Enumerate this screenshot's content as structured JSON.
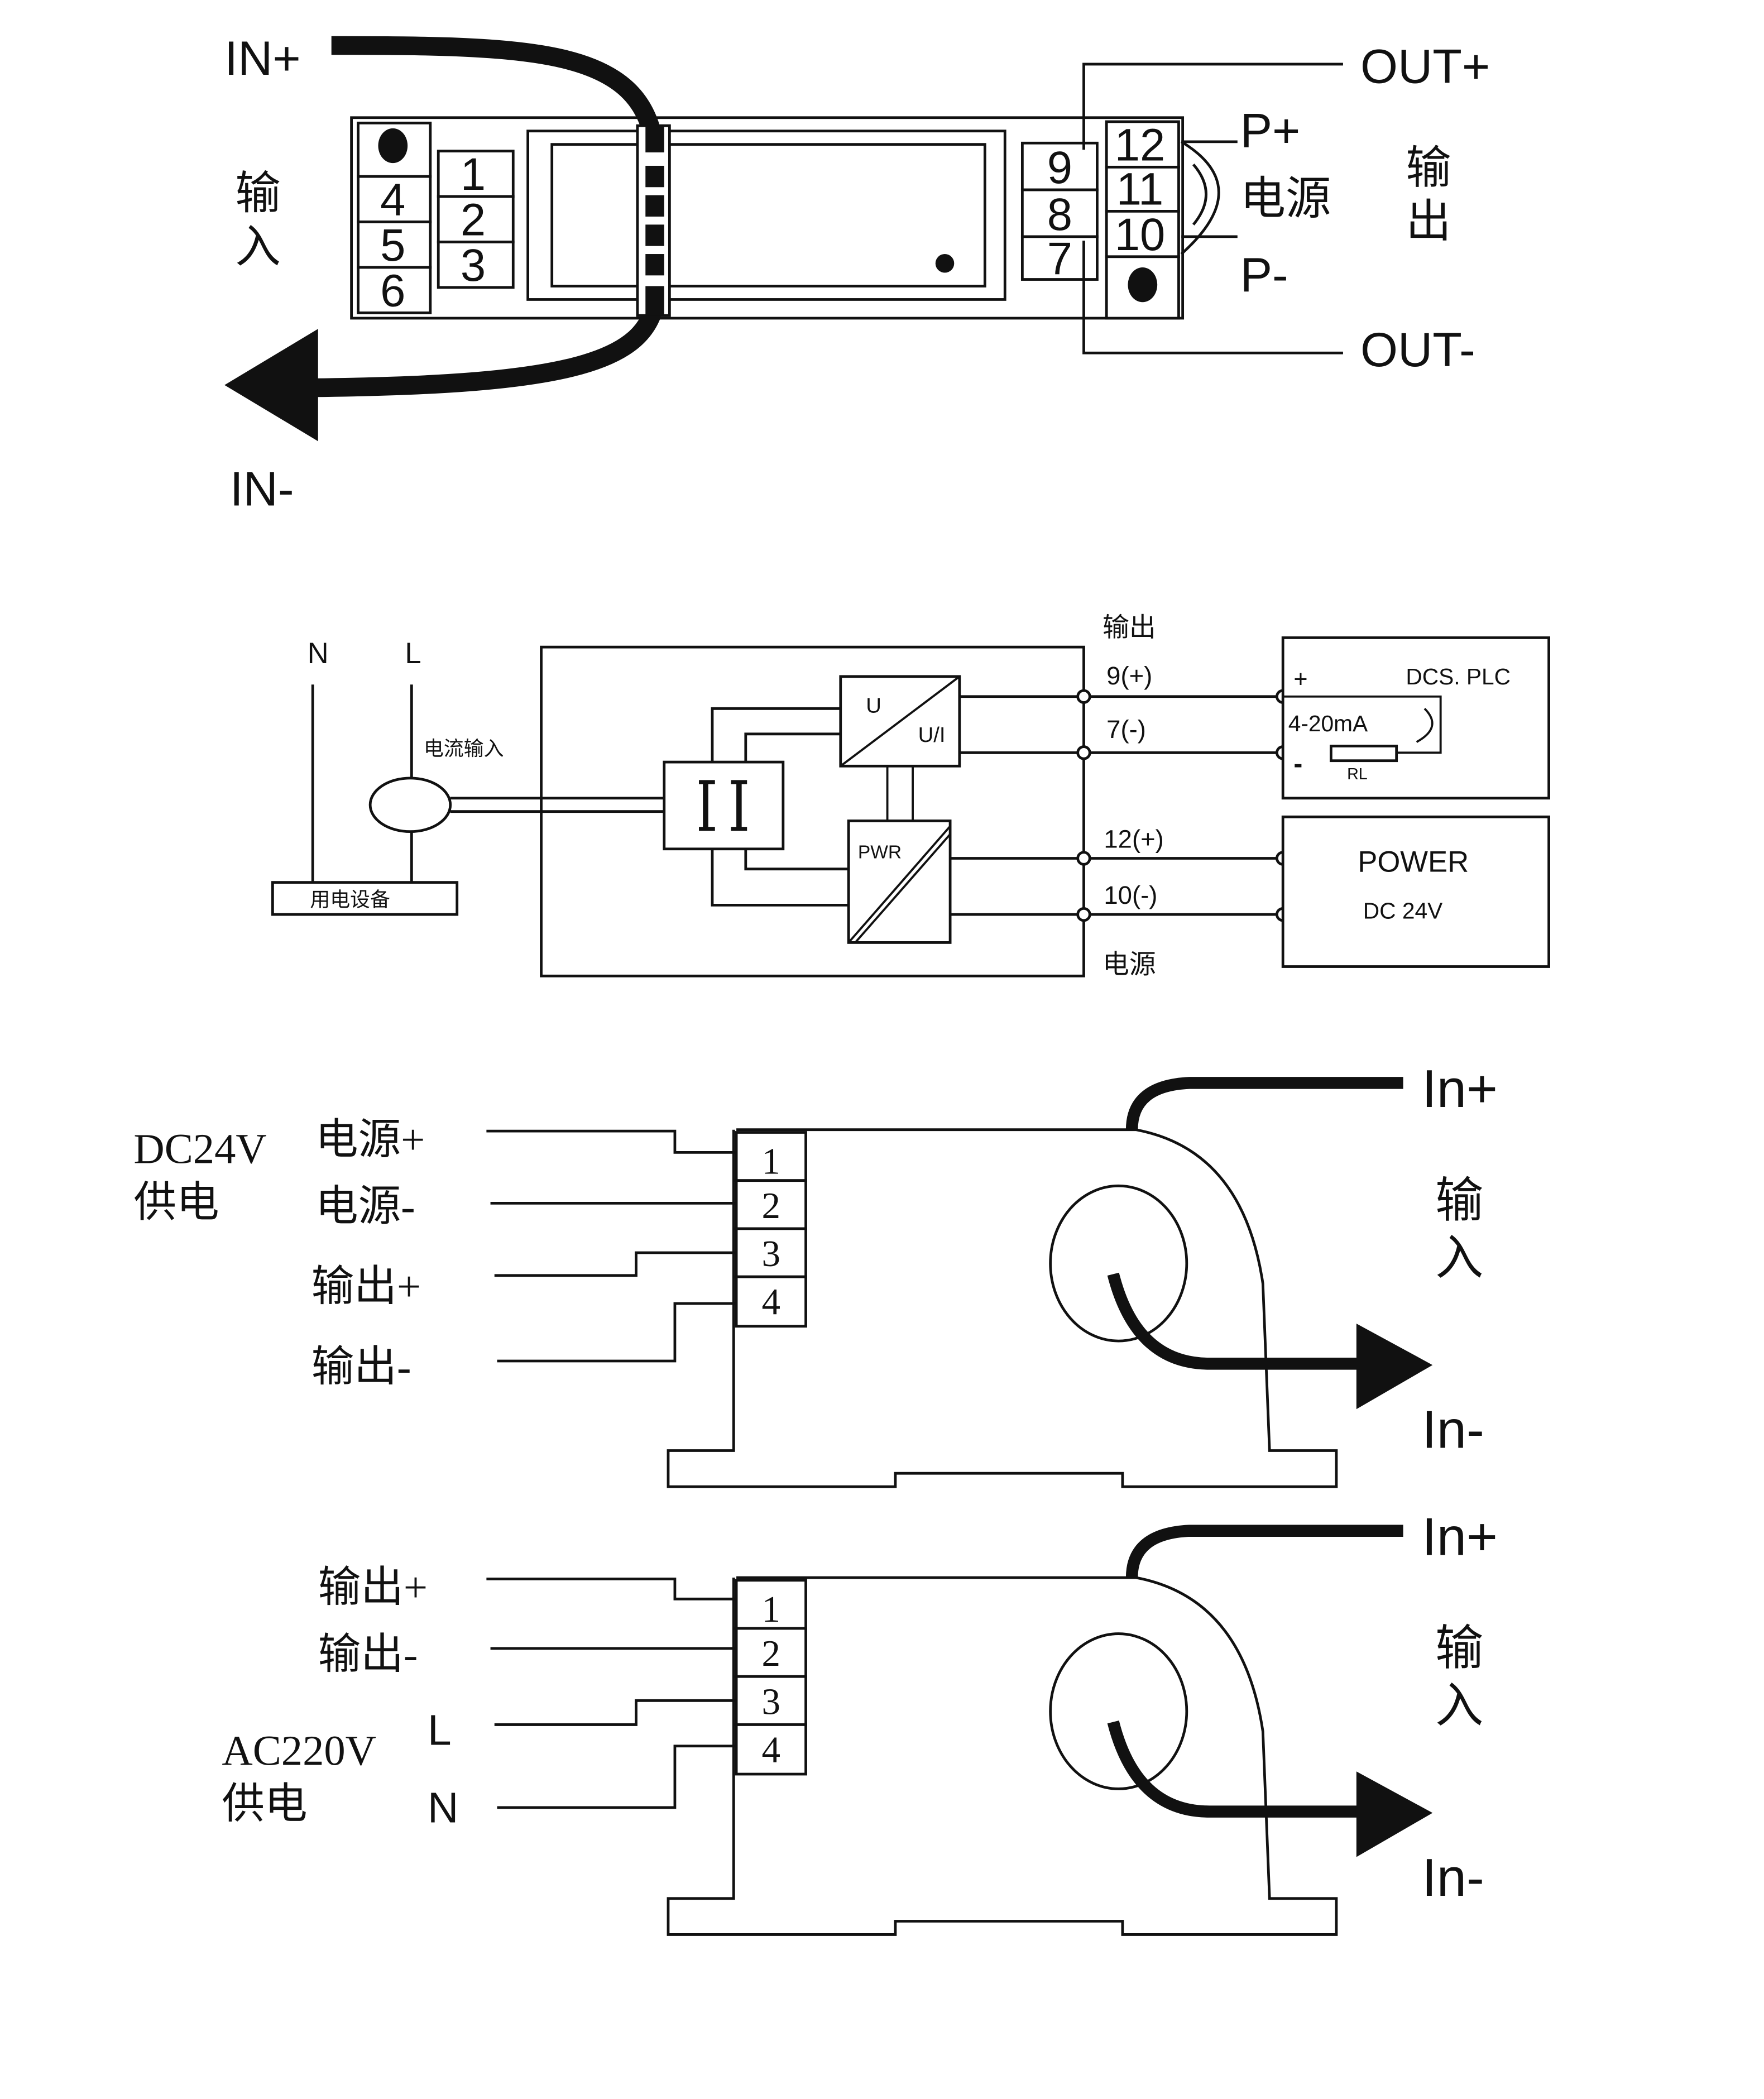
{
  "diagram1": {
    "in_plus": "IN+",
    "in_minus": "IN-",
    "input_label": [
      "输",
      "入"
    ],
    "output_label": [
      "输",
      "出"
    ],
    "out_plus": "OUT+",
    "out_minus": "OUT-",
    "p_plus": "P+",
    "p_minus": "P-",
    "power_label": "电源",
    "left_terminals": [
      "4",
      "5",
      "6"
    ],
    "left_inner_terminals": [
      "1",
      "2",
      "3"
    ],
    "right_inner_terminals": [
      "9",
      "8",
      "7"
    ],
    "right_terminals": [
      "12",
      "11",
      "10"
    ]
  },
  "diagram2": {
    "n_label": "N",
    "l_label": "L",
    "current_input": "电流输入",
    "load_device": "用电设备",
    "output_header": "输出",
    "power_footer": "电源",
    "converter_u": "U",
    "converter_ui": "U/I",
    "converter_pwr": "PWR",
    "term_9": "9(+)",
    "term_7": "7(-)",
    "term_12": "12(+)",
    "term_10": "10(-)",
    "dcs_title": "DCS. PLC",
    "dcs_plus": "+",
    "dcs_minus": "-",
    "dcs_current": "4-20mA",
    "dcs_resistor": "RL",
    "power_title": "POWER",
    "power_voltage": "DC 24V"
  },
  "diagram3": {
    "supply_label": [
      "DC24V",
      "供电"
    ],
    "wires": [
      "电源+",
      "电源-",
      "输出+",
      "输出-"
    ],
    "terminals": [
      "1",
      "2",
      "3",
      "4"
    ],
    "in_plus": "In+",
    "in_minus": "In-",
    "input_label": [
      "输",
      "入"
    ]
  },
  "diagram4": {
    "supply_label": [
      "AC220V",
      "供电"
    ],
    "wires": [
      "输出+",
      "输出-",
      "L",
      "N"
    ],
    "terminals": [
      "1",
      "2",
      "3",
      "4"
    ],
    "in_plus": "In+",
    "in_minus": "In-",
    "input_label": [
      "输",
      "入"
    ]
  }
}
